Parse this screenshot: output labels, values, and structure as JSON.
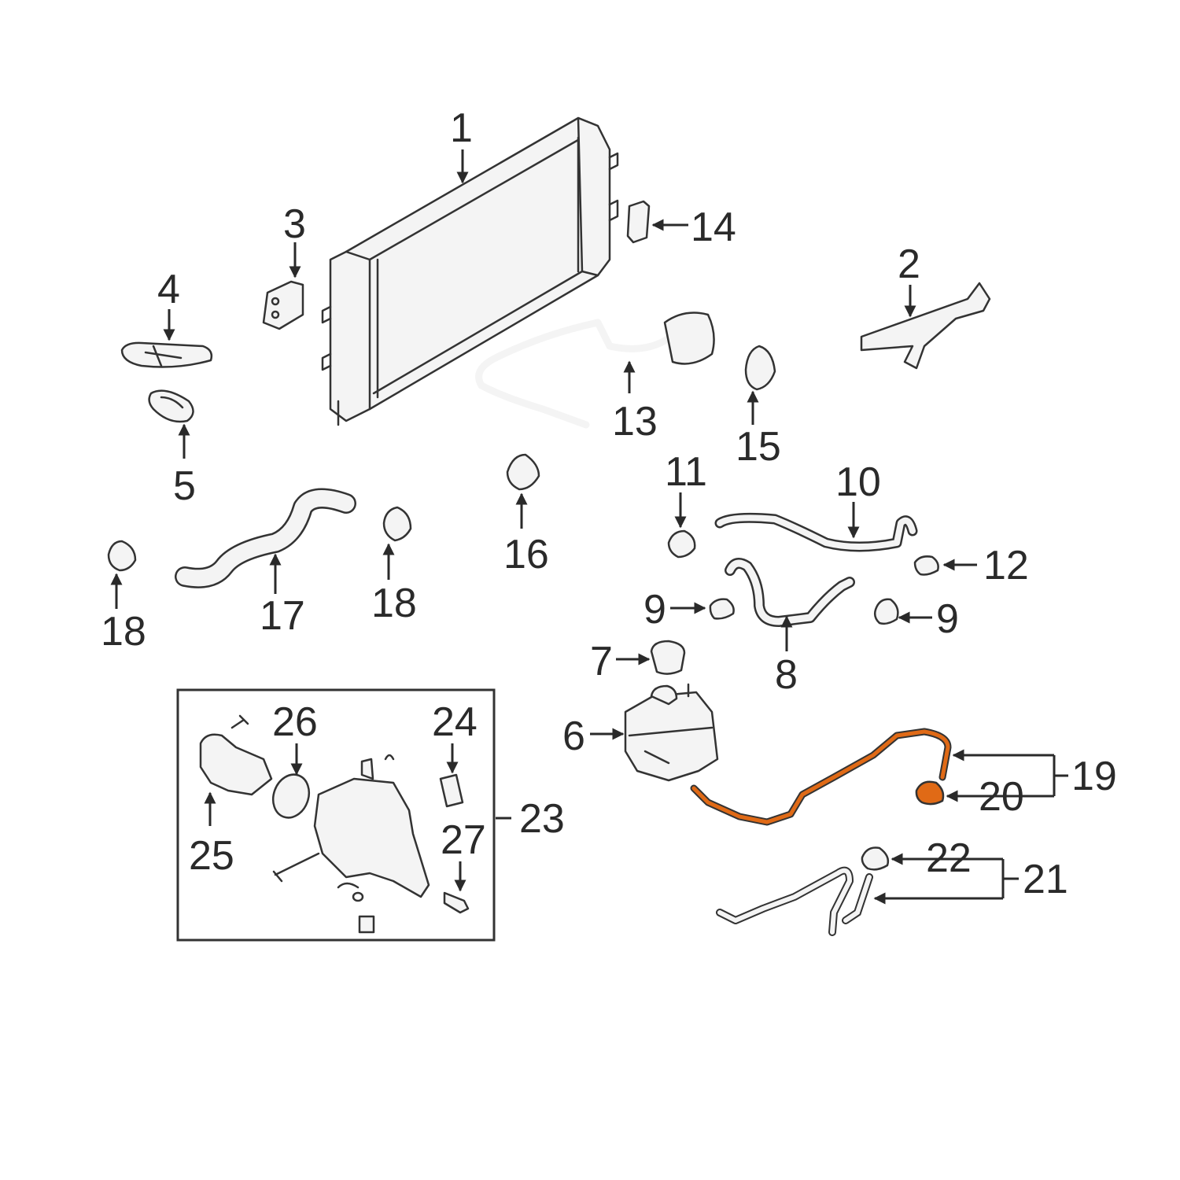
{
  "highlight_color": "#e06a16",
  "line_color": "#333333",
  "callouts": {
    "c1": "1",
    "c2": "2",
    "c3": "3",
    "c4": "4",
    "c5": "5",
    "c6": "6",
    "c7": "7",
    "c8": "8",
    "c9a": "9",
    "c9b": "9",
    "c10": "10",
    "c11": "11",
    "c12": "12",
    "c13": "13",
    "c14": "14",
    "c15": "15",
    "c16": "16",
    "c17": "17",
    "c18a": "18",
    "c18b": "18",
    "c19": "19",
    "c20": "20",
    "c21": "21",
    "c22": "22",
    "c23": "23",
    "c24": "24",
    "c25": "25",
    "c26": "26",
    "c27": "27"
  }
}
